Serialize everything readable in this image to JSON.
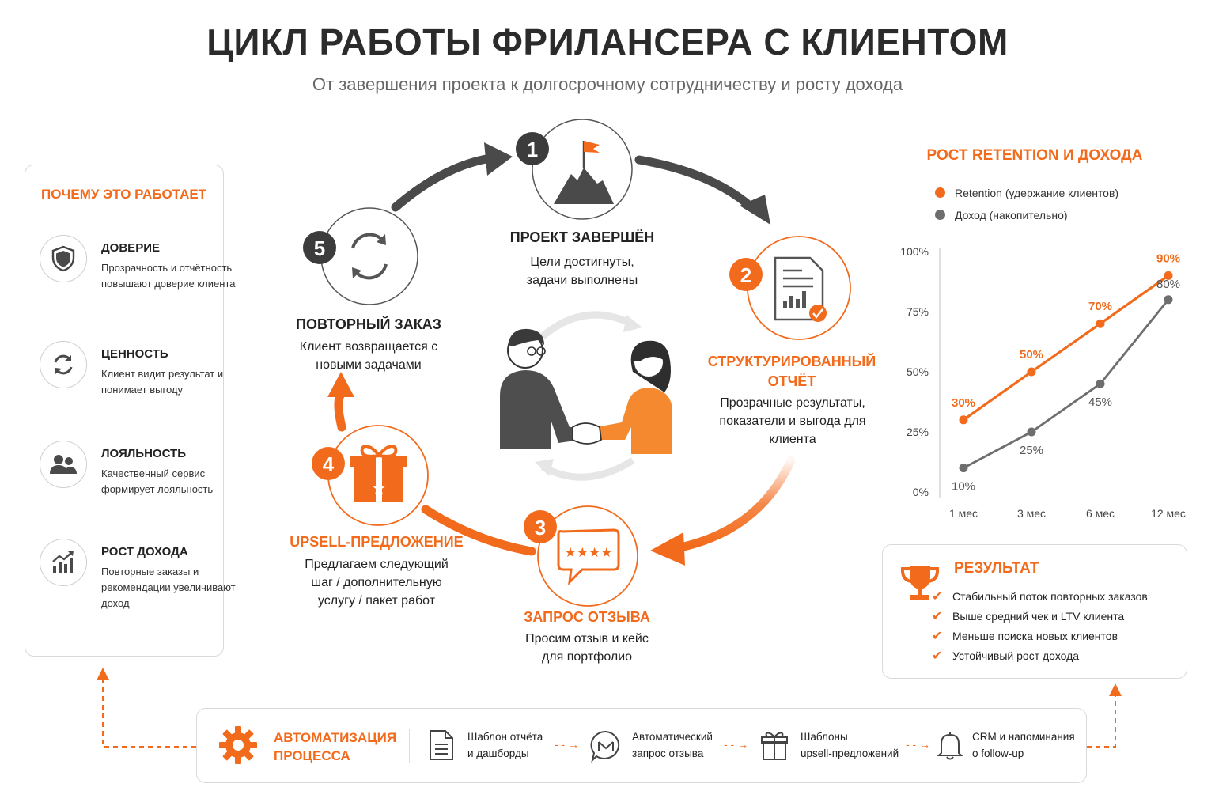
{
  "header": {
    "title": "ЦИКЛ РАБОТЫ ФРИЛАНСЕРА С КЛИЕНТОМ",
    "subtitle": "От завершения проекта к долгосрочному сотрудничеству и росту дохода"
  },
  "why": {
    "heading": "ПОЧЕМУ ЭТО РАБОТАЕТ",
    "items": [
      {
        "icon": "shield-icon",
        "title": "ДОВЕРИЕ",
        "text": "Прозрачность и отчётность повышают доверие клиента"
      },
      {
        "icon": "refresh-icon",
        "title": "ЦЕННОСТЬ",
        "text": "Клиент видит результат и понимает выгоду"
      },
      {
        "icon": "users-icon",
        "title": "ЛОЯЛЬНОСТЬ",
        "text": "Качественный сервис формирует лояльность"
      },
      {
        "icon": "growth-chart-icon",
        "title": "РОСТ ДОХОДА",
        "text": "Повторные заказы и рекомендации увеличивают доход"
      }
    ]
  },
  "cycle": {
    "steps": [
      {
        "num": "1",
        "icon": "mountain-flag-icon",
        "title": "ПРОЕКТ ЗАВЕРШЁН",
        "text": "Цели достигнуты, задачи выполнены"
      },
      {
        "num": "2",
        "icon": "report-document-icon",
        "title": "СТРУКТУРИРОВАННЫЙ ОТЧЁТ",
        "text": "Прозрачные результаты, показатели и выгода для клиента"
      },
      {
        "num": "3",
        "icon": "review-bubble-icon",
        "title": "ЗАПРОС ОТЗЫВА",
        "text": "Просим отзыв и кейс для портфолио"
      },
      {
        "num": "4",
        "icon": "gift-icon",
        "title": "UPSELL-ПРЕДЛОЖЕНИЕ",
        "text": "Предлагаем следующий шаг / дополнительную услугу / пакет работ"
      },
      {
        "num": "5",
        "icon": "cycle-arrows-icon",
        "title": "ПОВТОРНЫЙ ЗАКАЗ",
        "text": "Клиент возвращается с новыми задачами"
      }
    ],
    "center_icon": "handshake-icon"
  },
  "chart_data": {
    "type": "line",
    "title": "РОСТ RETENTION И ДОХОДА",
    "categories": [
      "1 мес",
      "3 мес",
      "6 мес",
      "12 мес"
    ],
    "y_ticks": [
      "0%",
      "25%",
      "50%",
      "75%",
      "100%"
    ],
    "ylim": [
      0,
      100
    ],
    "series": [
      {
        "name": "Retention (удержание клиентов)",
        "color": "#f26a1b",
        "values": [
          30,
          50,
          70,
          90
        ],
        "labels": [
          "30%",
          "50%",
          "70%",
          "90%"
        ]
      },
      {
        "name": "Доход (накопительно)",
        "color": "#6e6e6e",
        "values": [
          10,
          25,
          45,
          80
        ],
        "labels": [
          "10%",
          "25%",
          "45%",
          "80%"
        ]
      }
    ],
    "legend": "top-left"
  },
  "result": {
    "heading": "РЕЗУЛЬТАТ",
    "icon": "trophy-icon",
    "items": [
      "Стабильный поток повторных заказов",
      "Выше средний чек и LTV клиента",
      "Меньше поиска новых клиентов",
      "Устойчивый рост дохода"
    ]
  },
  "automation": {
    "heading_line1": "АВТОМАТИЗАЦИЯ",
    "heading_line2": "ПРОЦЕССА",
    "items": [
      {
        "icon": "document-icon",
        "line1": "Шаблон отчёта",
        "line2": "и дашборды"
      },
      {
        "icon": "mail-bubble-icon",
        "line1": "Автоматический",
        "line2": "запрос отзыва"
      },
      {
        "icon": "gift-outline-icon",
        "line1": "Шаблоны",
        "line2": "upsell-предложений"
      },
      {
        "icon": "bell-icon",
        "line1": "CRM и напоминания",
        "line2": "о follow-up"
      }
    ]
  },
  "colors": {
    "accent": "#f26a1b",
    "dark": "#4a4a4a",
    "gray": "#6e6e6e"
  }
}
